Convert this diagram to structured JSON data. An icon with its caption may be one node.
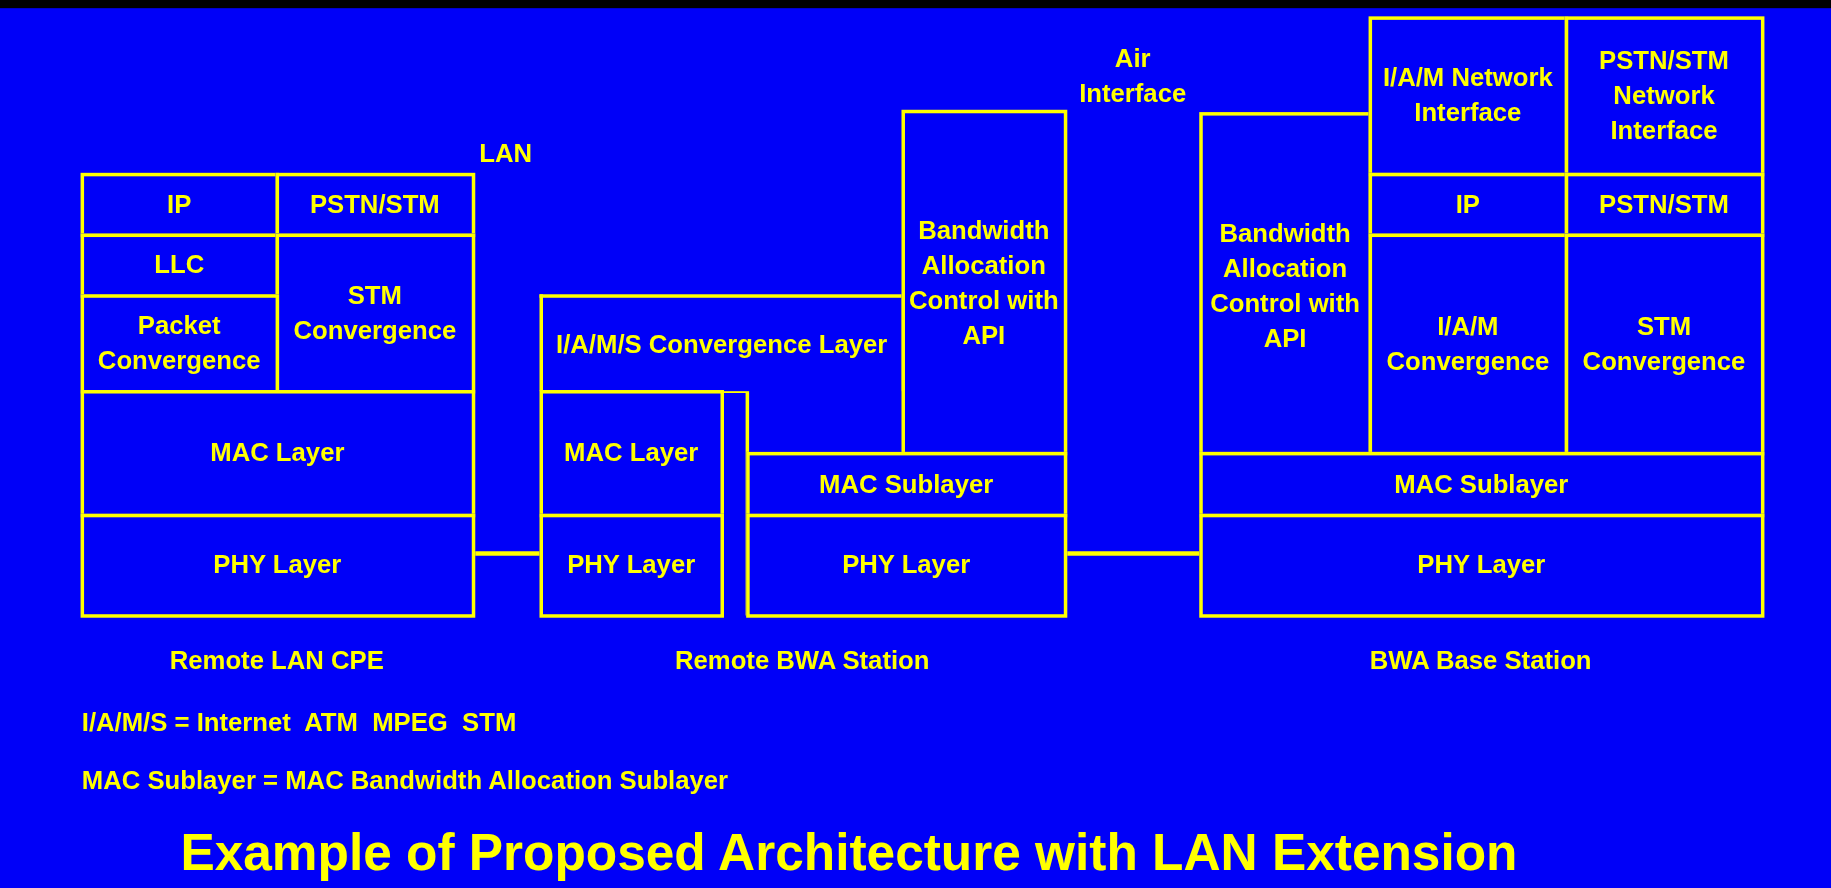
{
  "diagram": {
    "title": "Example of Proposed Architecture with LAN Extension",
    "nodes": [
      {
        "text": [
          "IP"
        ]
      },
      {
        "text": [
          "PSTN/STM"
        ]
      },
      {
        "text": [
          "LLC"
        ]
      },
      {
        "text": [
          "STM Convergence"
        ]
      },
      {
        "text": [
          "Packet Convergence"
        ]
      },
      {
        "text": [
          "MAC Layer"
        ]
      },
      {
        "text": [
          "PHY Layer"
        ]
      },
      {
        "text": [
          "I/A/M/S Convergence Layer"
        ]
      },
      {
        "text": [
          "Bandwidth Allocation Control with API"
        ]
      },
      {
        "text": [
          "MAC Layer"
        ]
      },
      {
        "text": [
          "PHY Layer"
        ]
      },
      {
        "text": [
          "MAC Sublayer"
        ]
      },
      {
        "text": [
          "PHY Layer"
        ]
      },
      {
        "text": [
          "Bandwidth Allocation Control with API"
        ]
      },
      {
        "text": [
          "I/A/M Network Interface"
        ]
      },
      {
        "text": [
          "PSTN/STM Network Interface"
        ]
      },
      {
        "text": [
          "IP"
        ]
      },
      {
        "text": [
          "PSTN/STM"
        ]
      },
      {
        "text": [
          "I/A/M Convergence"
        ]
      },
      {
        "text": [
          "STM Convergence"
        ]
      },
      {
        "text": [
          "MAC Sublayer"
        ]
      },
      {
        "text": [
          "PHY Layer"
        ]
      }
    ],
    "edges": [
      {
        "from": 6,
        "to": 10,
        "arrow": "none"
      },
      {
        "from": 12,
        "to": 21,
        "arrow": "none"
      }
    ],
    "labels": [
      "Air Interface",
      "LAN",
      "Remote LAN CPE",
      "Remote BWA Station",
      "BWA Base Station",
      "I/A/M/S = Internet  ATM  MPEG  STM",
      "MAC Sublayer = MAC Bandwidth Allocation Sublayer"
    ]
  }
}
